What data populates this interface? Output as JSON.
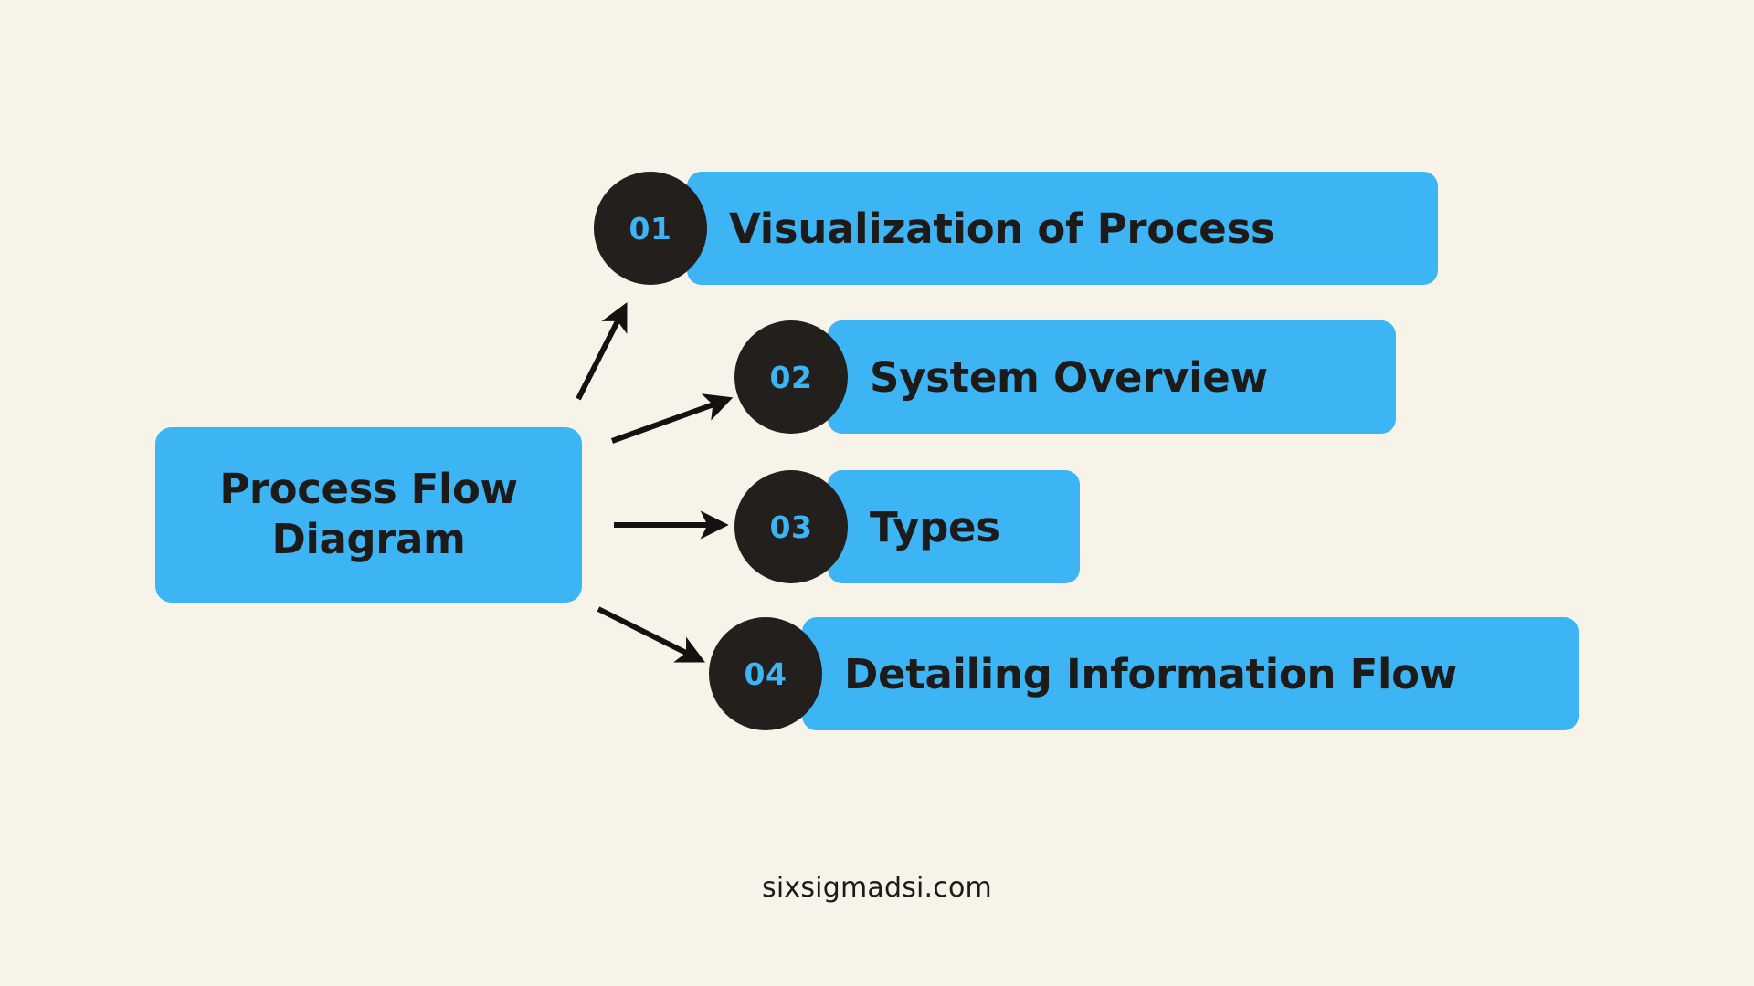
{
  "colors": {
    "background": "#f7f3e8",
    "accent_blue": "#3db5f5",
    "badge_dark": "#231f1d",
    "text_dark": "#1d1b19",
    "arrow": "#141210"
  },
  "source": {
    "title": "Process Flow Diagram",
    "title_line1": "Process Flow",
    "title_line2": "Diagram"
  },
  "steps": [
    {
      "number": "01",
      "label": "Visualization of Process"
    },
    {
      "number": "02",
      "label": "System Overview"
    },
    {
      "number": "03",
      "label": "Types"
    },
    {
      "number": "04",
      "label": "Detailing Information Flow"
    }
  ],
  "arrows": [
    {
      "name": "arrow-to-step-01"
    },
    {
      "name": "arrow-to-step-02"
    },
    {
      "name": "arrow-to-step-03"
    },
    {
      "name": "arrow-to-step-04"
    }
  ],
  "footer": {
    "text": "sixsigmadsi.com"
  }
}
